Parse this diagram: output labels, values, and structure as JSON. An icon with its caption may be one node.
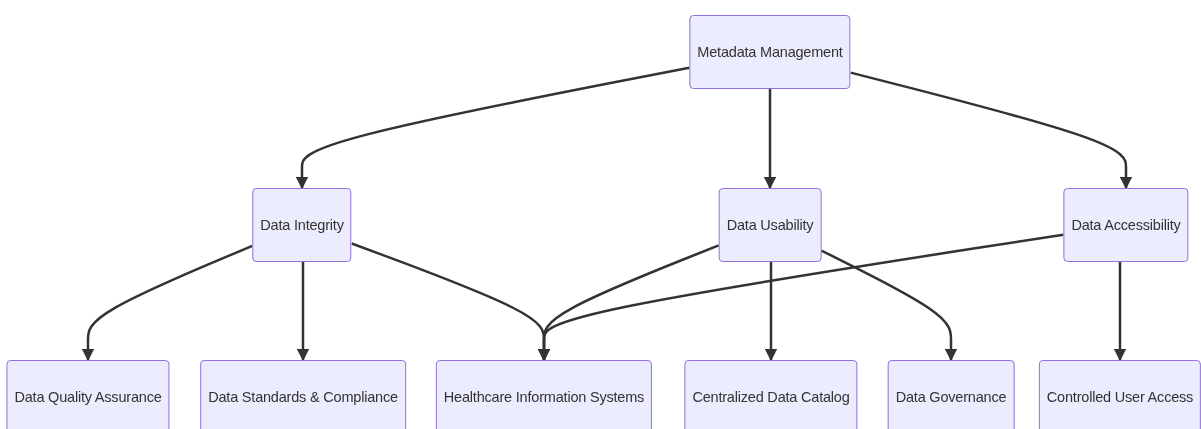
{
  "diagram": {
    "nodes": [
      {
        "text": [
          "Metadata Management"
        ]
      },
      {
        "text": [
          "Data Integrity"
        ]
      },
      {
        "text": [
          "Data Usability"
        ]
      },
      {
        "text": [
          "Data Accessibility"
        ]
      },
      {
        "text": [
          "Data Quality Assurance"
        ]
      },
      {
        "text": [
          "Data Standards & Compliance"
        ]
      },
      {
        "text": [
          "Healthcare Information Systems"
        ]
      },
      {
        "text": [
          "Centralized Data Catalog"
        ]
      },
      {
        "text": [
          "Data Governance"
        ]
      },
      {
        "text": [
          "Controlled User Access"
        ]
      }
    ],
    "edges": [
      {
        "from": 0,
        "to": 1,
        "arrow": "to"
      },
      {
        "from": 0,
        "to": 2,
        "arrow": "to"
      },
      {
        "from": 0,
        "to": 3,
        "arrow": "to"
      },
      {
        "from": 1,
        "to": 4,
        "arrow": "to"
      },
      {
        "from": 1,
        "to": 5,
        "arrow": "to"
      },
      {
        "from": 1,
        "to": 6,
        "arrow": "to"
      },
      {
        "from": 2,
        "to": 6,
        "arrow": "to"
      },
      {
        "from": 2,
        "to": 7,
        "arrow": "to"
      },
      {
        "from": 2,
        "to": 8,
        "arrow": "to"
      },
      {
        "from": 3,
        "to": 6,
        "arrow": "to"
      },
      {
        "from": 3,
        "to": 9,
        "arrow": "to"
      }
    ]
  }
}
